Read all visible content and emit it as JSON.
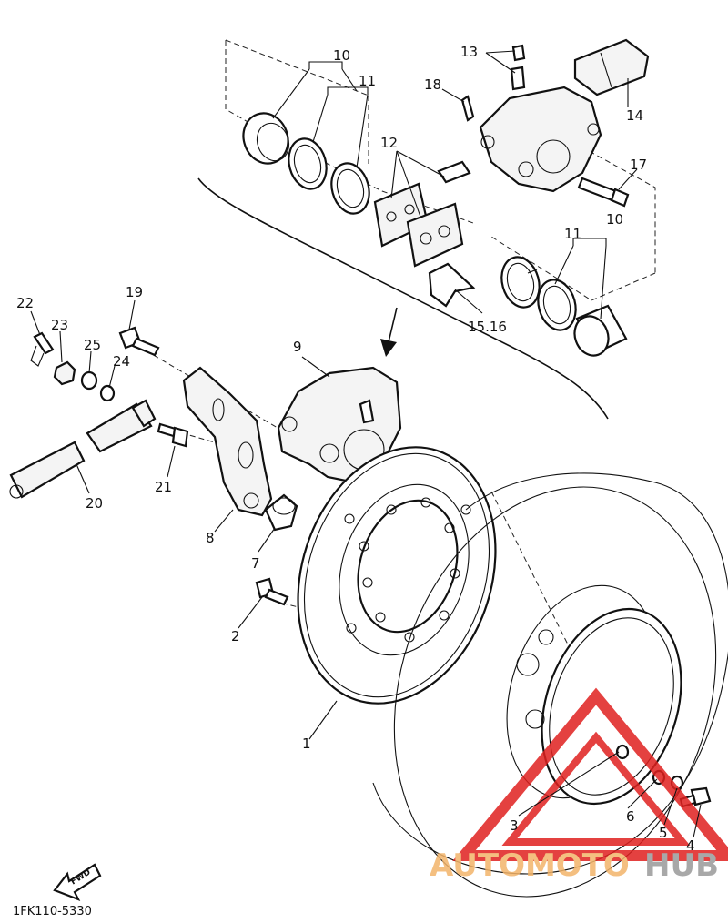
{
  "diagram_code": "1FK110-5330",
  "fwd_label": "FWD",
  "watermark": {
    "part1": "AUTOMOTO",
    "part2": "HUB",
    "accent": "#e0211f",
    "gray": "#9a9a9a"
  },
  "callouts": {
    "c1": "1",
    "c2": "2",
    "c3": "3",
    "c4": "4",
    "c5": "5",
    "c6": "6",
    "c7": "7",
    "c8": "8",
    "c9": "9",
    "c10a": "10",
    "c10b": "10",
    "c11a": "11",
    "c11b": "11",
    "c12": "12",
    "c13": "13",
    "c14": "14",
    "c15": "15.16",
    "c17": "17",
    "c18": "18",
    "c19": "19",
    "c20": "20",
    "c21": "21",
    "c22": "22",
    "c23": "23",
    "c24": "24",
    "c25": "25"
  }
}
